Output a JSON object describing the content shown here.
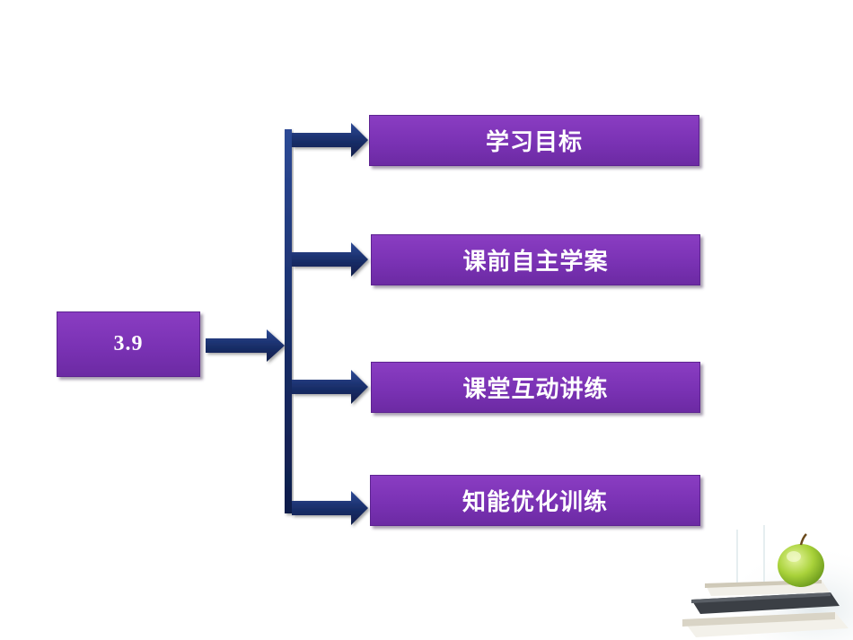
{
  "start_box": {
    "label": "3.9"
  },
  "menu": [
    {
      "label": "学习目标"
    },
    {
      "label": "课前自主学案"
    },
    {
      "label": "课堂互动讲练"
    },
    {
      "label": "知能优化训练"
    }
  ],
  "colors": {
    "box": "#7a32b4",
    "arrow": "#1a2f6b",
    "text": "#ffffff"
  },
  "decoration": [
    "apple-icon",
    "books-icon"
  ]
}
